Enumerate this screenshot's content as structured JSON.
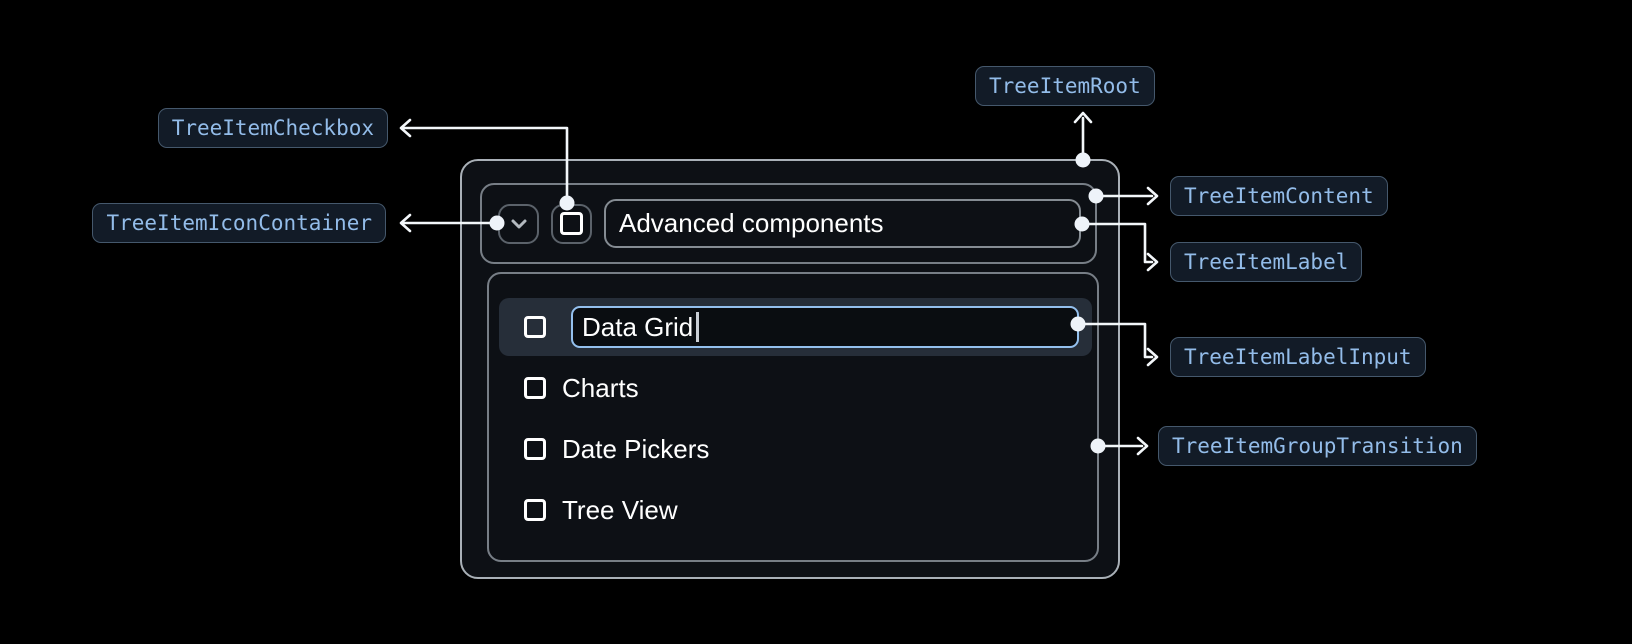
{
  "badges": {
    "root": {
      "label": "TreeItemRoot"
    },
    "content": {
      "label": "TreeItemContent"
    },
    "label": {
      "label": "TreeItemLabel"
    },
    "label_input": {
      "label": "TreeItemLabelInput"
    },
    "group_transition": {
      "label": "TreeItemGroupTransition"
    },
    "checkbox": {
      "label": "TreeItemCheckbox"
    },
    "icon_container": {
      "label": "TreeItemIconContainer"
    }
  },
  "tree": {
    "parent": {
      "label": "Advanced components",
      "expanded": true,
      "checked": false
    },
    "children": [
      {
        "label": "Data Grid",
        "checked": false,
        "editing": true
      },
      {
        "label": "Charts",
        "checked": false
      },
      {
        "label": "Date Pickers",
        "checked": false
      },
      {
        "label": "Tree View",
        "checked": false
      }
    ]
  },
  "colors": {
    "badge_text": "#93bce9",
    "badge_background": "#121b27",
    "badge_border": "#45586c",
    "input_focus_border": "#94c0ee",
    "row_highlight": "#262e39",
    "connector": "#f3f7fa",
    "panel_border": "#a9b0b7",
    "inner_border": "#777e86"
  }
}
